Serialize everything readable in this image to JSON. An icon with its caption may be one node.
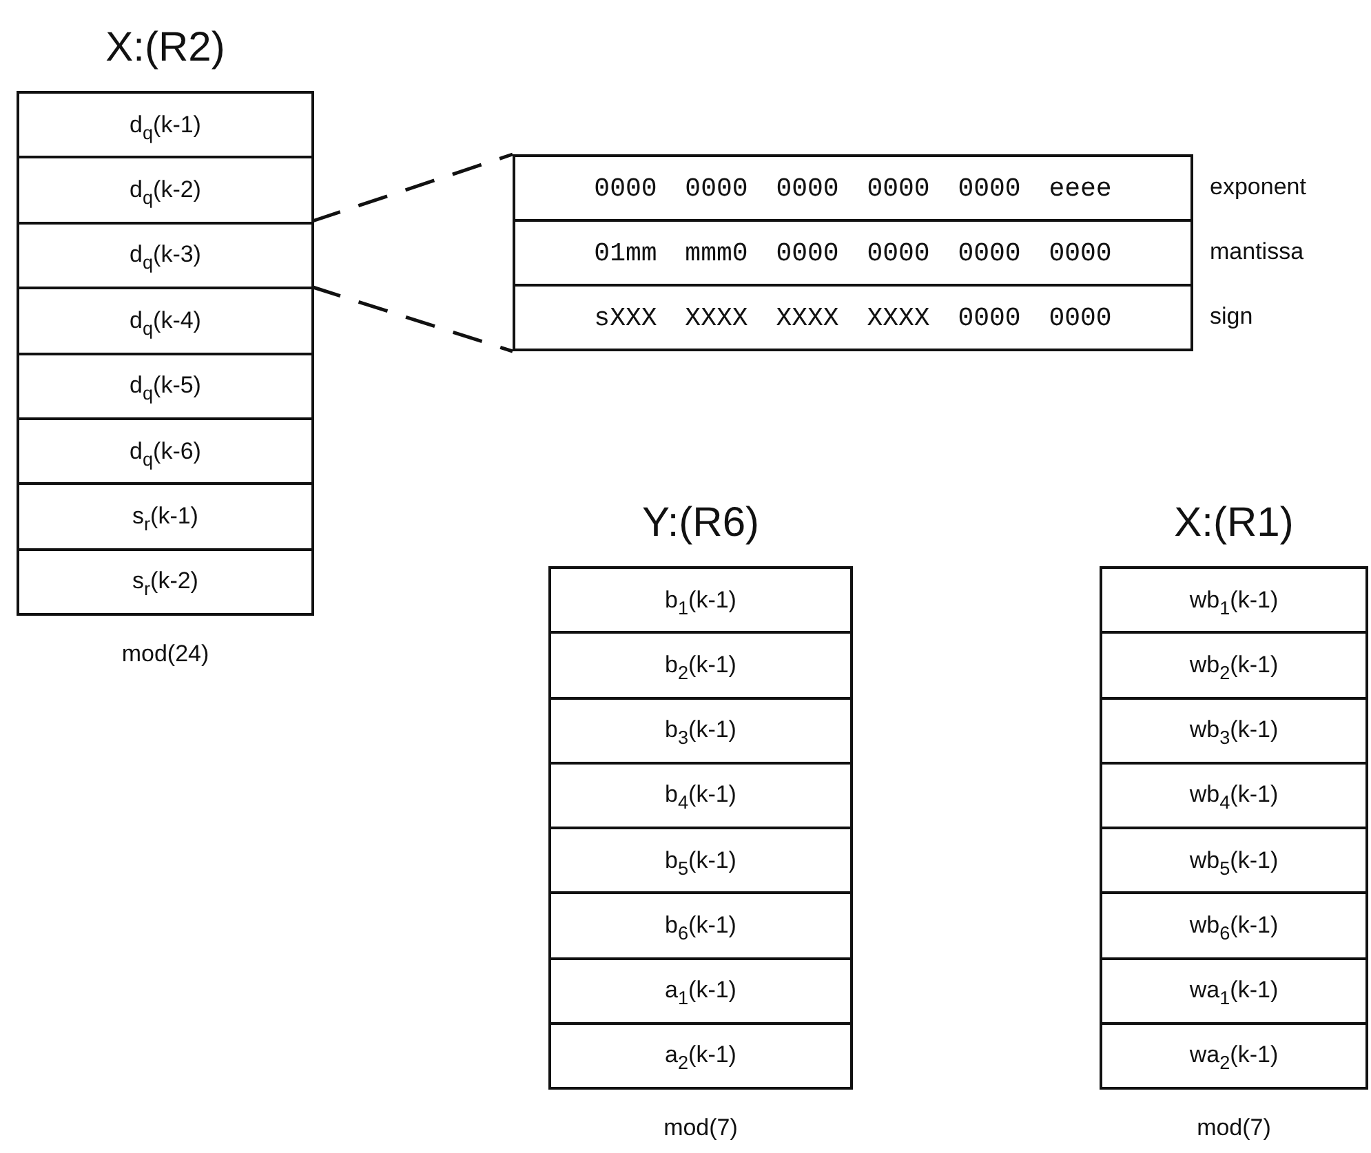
{
  "diagram": {
    "nodes": [
      {
        "text": [
          "X:(R2)"
        ],
        "beside": [
          "mod(24)"
        ]
      },
      {
        "text": [
          "d$_{q}$(k-1)"
        ],
        "in": 0
      },
      {
        "text": [
          "d$_{q}$(k-2)"
        ],
        "in": 0
      },
      {
        "text": [
          "d$_{q}$(k-3)"
        ],
        "in": 0
      },
      {
        "text": [
          "d$_{q}$(k-4)"
        ],
        "in": 0
      },
      {
        "text": [
          "d$_{q}$(k-5)"
        ],
        "in": 0
      },
      {
        "text": [
          "d$_{q}$(k-6)"
        ],
        "in": 0
      },
      {
        "text": [
          "s$_{r}$(k-1)"
        ],
        "in": 0
      },
      {
        "text": [
          "s$_{r}$(k-2)"
        ],
        "in": 0
      },
      {
        "text": [],
        "shape": "box"
      },
      {
        "text": [
          "0000 0000 0000 0000 0000 eeee"
        ],
        "in": 9
      },
      {
        "text": [
          "01mm mmm0 0000 0000 0000 0000"
        ],
        "in": 9
      },
      {
        "text": [
          "sXXX XXXX XXXX XXXX 0000 0000"
        ],
        "in": 9
      },
      {
        "text": [
          "Y:(R6)"
        ],
        "beside": [
          "mod(7)"
        ]
      },
      {
        "text": [
          "b$_{1}$(k-1)"
        ],
        "in": 13
      },
      {
        "text": [
          "b$_{2}$(k-1)"
        ],
        "in": 13
      },
      {
        "text": [
          "b$_{3}$(k-1)"
        ],
        "in": 13
      },
      {
        "text": [
          "b$_{4}$(k-1)"
        ],
        "in": 13
      },
      {
        "text": [
          "b$_{5}$(k-1)"
        ],
        "in": 13
      },
      {
        "text": [
          "b$_{6}$(k-1)"
        ],
        "in": 13
      },
      {
        "text": [
          "a$_{1}$(k-1)"
        ],
        "in": 13
      },
      {
        "text": [
          "a$_{2}$(k-1)"
        ],
        "in": 13
      },
      {
        "text": [
          "X:(R1)"
        ],
        "beside": [
          "mod(7)"
        ]
      },
      {
        "text": [
          "wb$_{1}$(k-1)"
        ],
        "in": 22
      },
      {
        "text": [
          "wb$_{2}$(k-1)"
        ],
        "in": 22
      },
      {
        "text": [
          "wb$_{3}$(k-1)"
        ],
        "in": 22
      },
      {
        "text": [
          "wb$_{4}$(k-1)"
        ],
        "in": 22
      },
      {
        "text": [
          "wb$_{5}$(k-1)"
        ],
        "in": 22
      },
      {
        "text": [
          "wb$_{6}$(k-1)"
        ],
        "in": 22
      },
      {
        "text": [
          "wa$_{1}$(k-1)"
        ],
        "in": 22
      },
      {
        "text": [
          "wa$_{2}$(k-1)"
        ],
        "in": 22
      }
    ],
    "labels": [
      "exponent",
      "mantissa",
      "sign"
    ],
    "edges": [
      {
        "from": 3,
        "to": 9,
        "arrow": "none",
        "style": "dashed"
      },
      {
        "from": 3,
        "to": 9,
        "arrow": "none",
        "style": "dashed"
      }
    ]
  }
}
